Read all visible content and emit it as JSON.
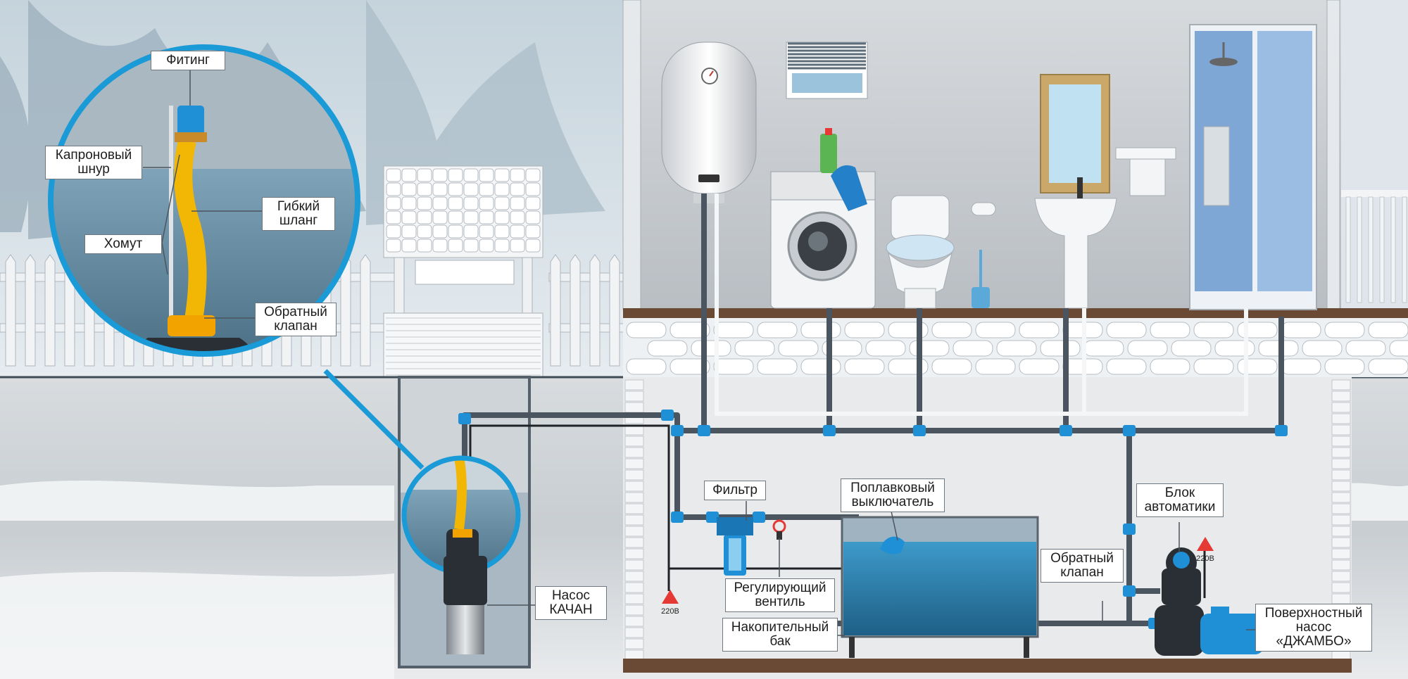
{
  "labels": {
    "fitting": "Фитинг",
    "nylon_cord": [
      "Капроновый",
      "шнур"
    ],
    "flexible_hose": [
      "Гибкий",
      "шланг"
    ],
    "clamp": "Хомут",
    "check_valve_zoom": [
      "Обратный",
      "клапан"
    ],
    "pump_kachan": [
      "Насос",
      "КАЧАН"
    ],
    "filter": "Фильтр",
    "float_switch": [
      "Поплавковый",
      "выключатель"
    ],
    "control_valve": [
      "Регулирующий",
      "вентиль"
    ],
    "storage_tank": [
      "Накопительный",
      "бак"
    ],
    "check_valve_main": [
      "Обратный",
      "клапан"
    ],
    "automation_block": [
      "Блок",
      "автоматики"
    ],
    "surface_pump": [
      "Поверхностный",
      "насос",
      "«ДЖАМБО»"
    ],
    "voltage_1": "220В",
    "voltage_2": "220В"
  },
  "colors": {
    "pipe": "#4b5560",
    "fitting": "#1f8fd6",
    "lens_ring": "#1a9ad6",
    "water": "#2e8fc0",
    "hose": "#f2b705",
    "floor": "#6b4a35",
    "pump_body": "#2a2f35",
    "sky": "#b8c7d2"
  }
}
